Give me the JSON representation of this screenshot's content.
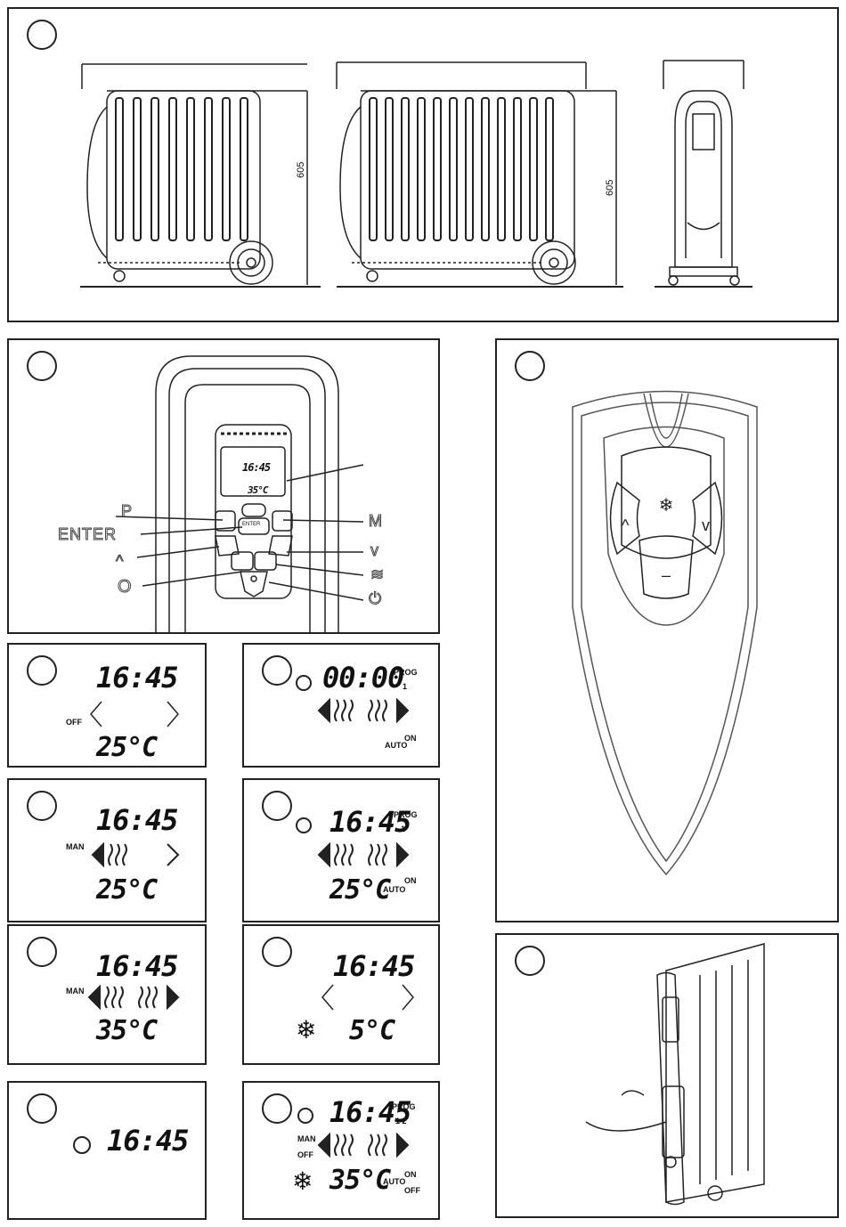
{
  "fig1": {
    "dim_left": "605",
    "dim_right": "605"
  },
  "fig2": {
    "lcd_time": "16:45",
    "lcd_temp": "35°C",
    "btn_enter_text": "ENTER",
    "labels": {
      "p": "P",
      "enter": "ENTER",
      "up": "^",
      "power_circle": "O",
      "m": "M",
      "down": "v",
      "heat": "≋",
      "power": "⏻"
    }
  },
  "screens": [
    {
      "time": "16:45",
      "temp": "25°C",
      "mode": "OFF"
    },
    {
      "time": "00:00",
      "prog": "PROG",
      "prog_num": "1",
      "auto": "AUTO",
      "on": "ON"
    },
    {
      "time": "16:45",
      "temp": "25°C",
      "mode": "MAN"
    },
    {
      "time": "16:45",
      "temp": "25°C",
      "prog": "PROG",
      "prog_num": "1",
      "auto": "AUTO",
      "on": "ON"
    },
    {
      "time": "16:45",
      "temp": "35°C",
      "mode": "MAN"
    },
    {
      "time": "16:45",
      "temp": "5°C"
    },
    {
      "time": "16:45"
    },
    {
      "time": "16:45",
      "temp": "35°C",
      "prog": "PROG",
      "prog_num": "1 2",
      "man": "MAN",
      "off": "OFF",
      "auto": "AUTO",
      "on": "ON",
      "off2": "OFF"
    }
  ]
}
